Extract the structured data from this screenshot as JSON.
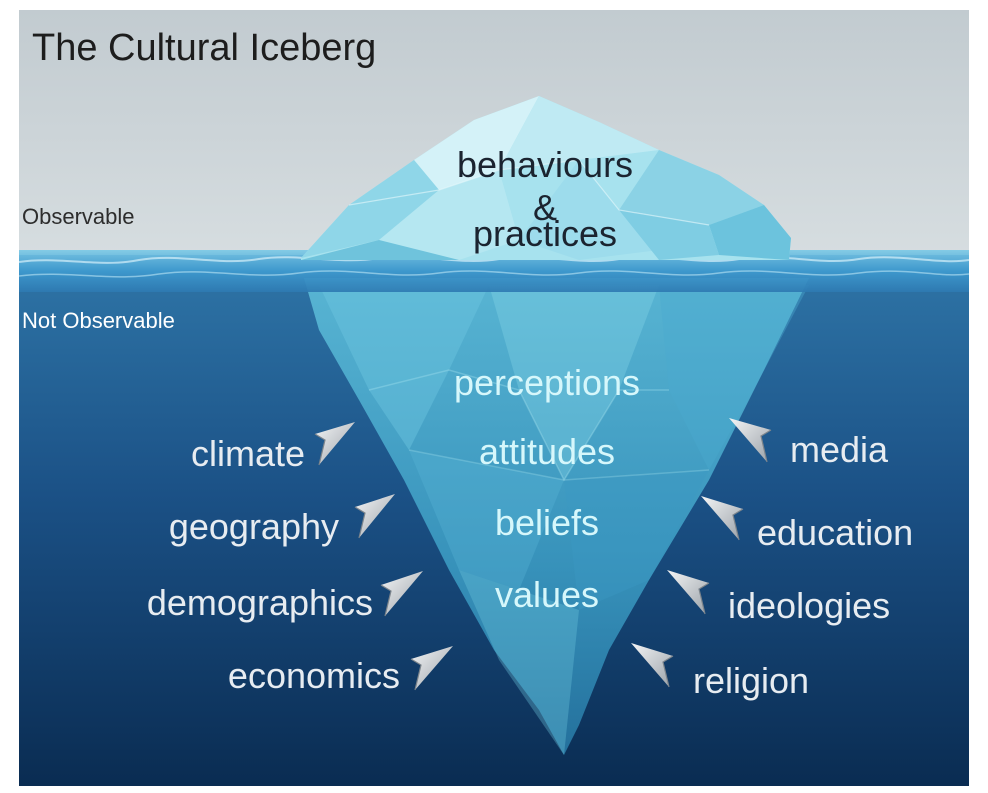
{
  "title": "The Cultural Iceberg",
  "zones": {
    "observable": "Observable",
    "not_observable": "Not Observable"
  },
  "tip": {
    "line1": "behaviours",
    "line2": "&",
    "line3": "practices"
  },
  "core": [
    "perceptions",
    "attitudes",
    "beliefs",
    "values"
  ],
  "external_left": [
    "climate",
    "geography",
    "demographics",
    "economics"
  ],
  "external_right": [
    "media",
    "education",
    "ideologies",
    "religion"
  ],
  "colors": {
    "sky": "#c9d2d6",
    "deep_water": "#0f3a67",
    "ice": "#7ad3e6",
    "arrow": "#c8ccd1"
  },
  "icons": [
    "pointer-arrow-icon"
  ]
}
